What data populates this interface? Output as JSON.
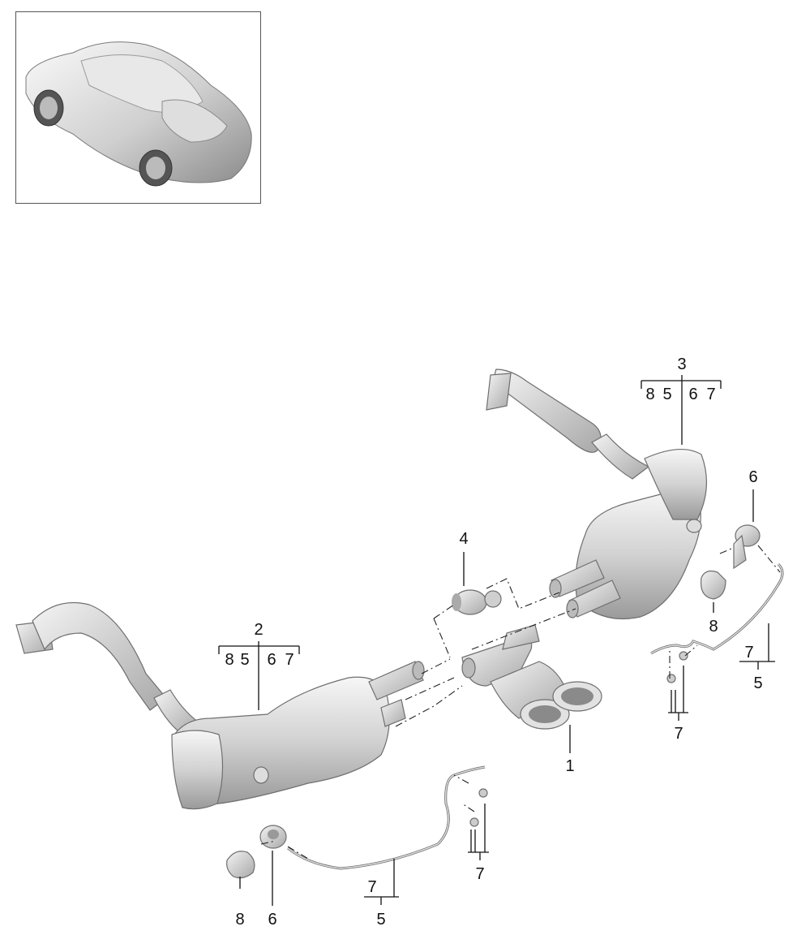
{
  "inset": {
    "image": "car-thumbnail-rear-three-quarter"
  },
  "callouts": {
    "c1": "1",
    "c2": "2",
    "c3": "3",
    "c4": "4",
    "c6_right": "6",
    "c8_right": "8",
    "c7_right_bracket": "7",
    "c5_right": "5",
    "c7_right_clips": "7",
    "c8_left": "8",
    "c6_left": "6",
    "c7_left_bracket": "7",
    "c5_left": "5",
    "c7_left_clips": "7"
  },
  "subitems": {
    "left_row": [
      "8",
      "5",
      "6",
      "7"
    ],
    "right_row": [
      "8",
      "5",
      "6",
      "7"
    ]
  },
  "colors": {
    "metal_light": "#f2f2f2",
    "metal_dark": "#9a9a9a",
    "line": "#111111"
  }
}
